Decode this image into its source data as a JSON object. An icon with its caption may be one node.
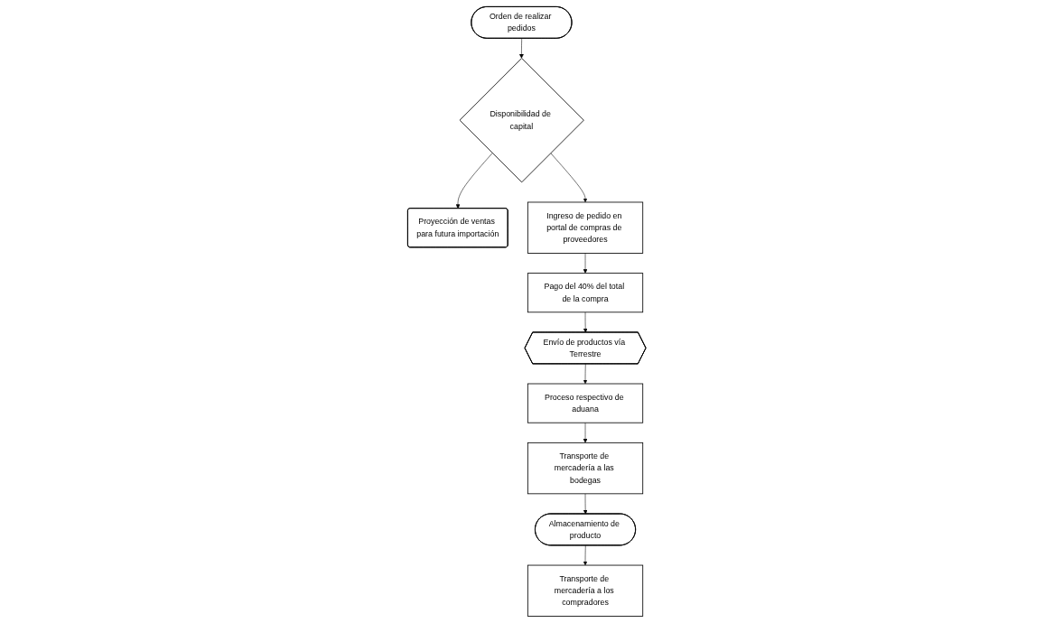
{
  "diagram": {
    "nodes": [
      {
        "text": [
          "Orden de realizar pedidos"
        ]
      },
      {
        "text": [
          "Disponibilidad de capital"
        ]
      },
      {
        "text": [
          "Proyección de ventas para futura importación"
        ]
      },
      {
        "text": [
          "Ingreso de pedido en portal de compras de proveedores"
        ]
      },
      {
        "text": [
          "Pago del 40% del total de la compra"
        ]
      },
      {
        "text": [
          "Envío de productos vía Terrestre"
        ]
      },
      {
        "text": [
          "Proceso respectivo de aduana"
        ]
      },
      {
        "text": [
          "Transporte de mercadería a las bodegas"
        ]
      },
      {
        "text": [
          "Almacenamiento de producto"
        ]
      },
      {
        "text": [
          "Transporte de mercadería a los compradores"
        ]
      }
    ],
    "edges": [
      {
        "from": 0,
        "to": 1,
        "arrow": "to"
      },
      {
        "from": 1,
        "to": 2,
        "arrow": "to"
      },
      {
        "from": 1,
        "to": 3,
        "arrow": "to"
      },
      {
        "from": 3,
        "to": 4,
        "arrow": "to"
      },
      {
        "from": 4,
        "to": 5,
        "arrow": "to"
      },
      {
        "from": 5,
        "to": 6,
        "arrow": "to"
      },
      {
        "from": 6,
        "to": 7,
        "arrow": "to"
      },
      {
        "from": 7,
        "to": 8,
        "arrow": "to"
      },
      {
        "from": 8,
        "to": 9,
        "arrow": "to"
      }
    ]
  }
}
